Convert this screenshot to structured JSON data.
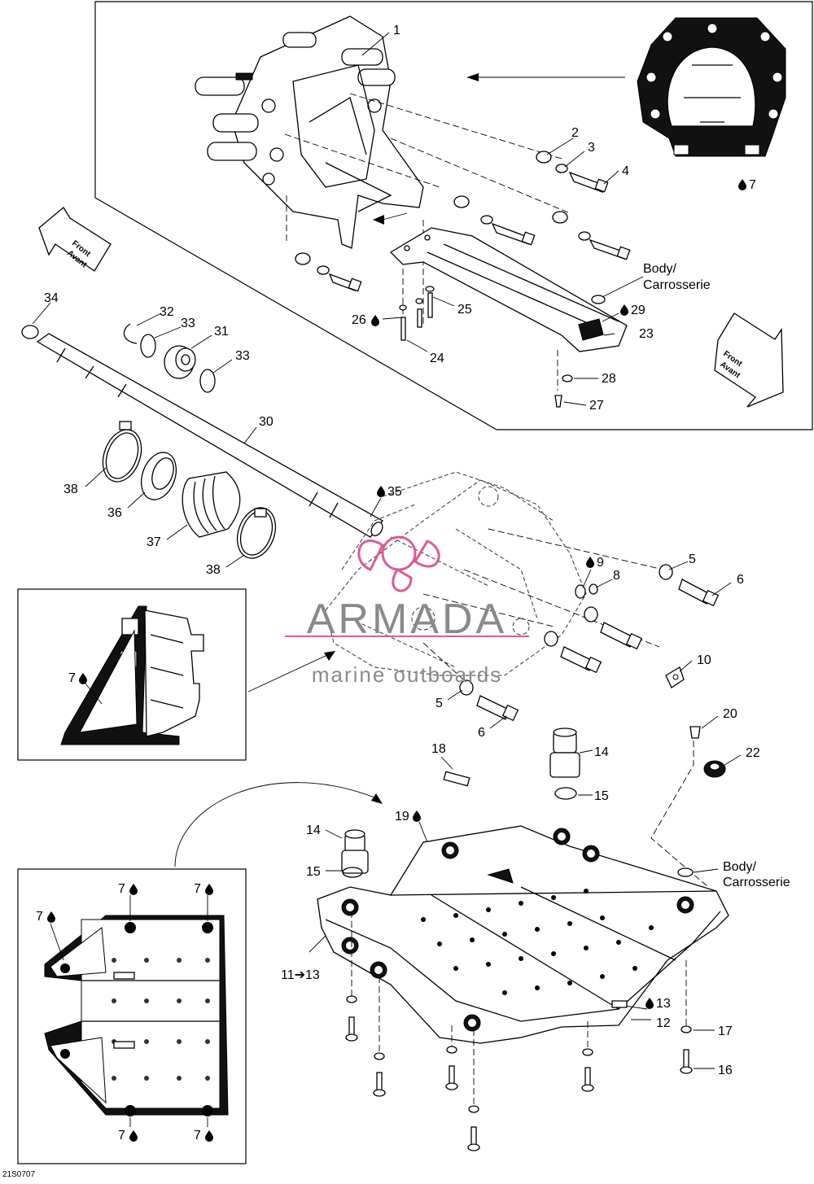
{
  "drawing_id": "21S0707",
  "watermark": {
    "brand": "ARMADA",
    "tagline": "marine outboards",
    "accent_color": "#d94a8c"
  },
  "direction_arrows": {
    "left": {
      "line1": "Front",
      "line2": "Avant"
    },
    "right": {
      "line1": "Front",
      "line2": "Avant"
    }
  },
  "body_labels": {
    "upper": {
      "line1": "Body/",
      "line2": "Carrosserie"
    },
    "lower": {
      "line1": "Body/",
      "line2": "Carrosserie"
    }
  },
  "callouts": {
    "c1": "1",
    "c2": "2",
    "c3": "3",
    "c4": "4",
    "c7_top": "7",
    "c23": "23",
    "c24": "24",
    "c25": "25",
    "c26": "26",
    "c27": "27",
    "c28": "28",
    "c29": "29",
    "c30": "30",
    "c31": "31",
    "c32": "32",
    "c33a": "33",
    "c33b": "33",
    "c34": "34",
    "c35": "35",
    "c36": "36",
    "c37": "37",
    "c38a": "38",
    "c38b": "38",
    "c5a": "5",
    "c6a": "6",
    "c5b": "5",
    "c6b": "6",
    "c8": "8",
    "c9": "9",
    "c10": "10",
    "c7_inset1": "7",
    "c18": "18",
    "c20": "20",
    "c22": "22",
    "c14a": "14",
    "c15a": "15",
    "c14b": "14",
    "c15b": "15",
    "c19": "19",
    "c11_13": "11➔13",
    "c12": "12",
    "c13": "13",
    "c16": "16",
    "c17": "17",
    "c7_i2_a": "7",
    "c7_i2_b": "7",
    "c7_i2_c": "7",
    "c7_i2_d": "7",
    "c7_i2_e": "7"
  }
}
